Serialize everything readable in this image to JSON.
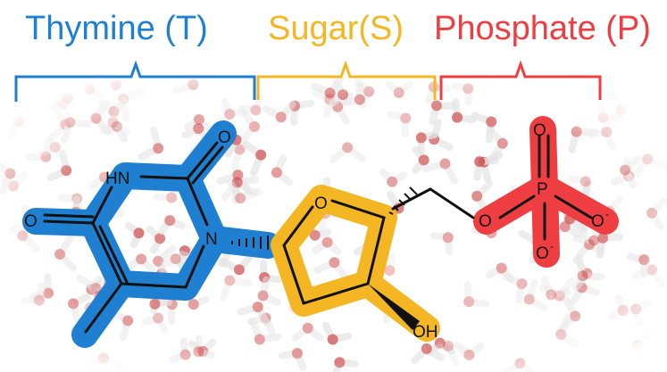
{
  "groups": [
    {
      "label": "Thymine (T)",
      "color": "#1f7fd1"
    },
    {
      "label": "Sugar(S)",
      "color": "#f5b623"
    },
    {
      "label": "Phosphate (P)",
      "color": "#ef3e42"
    }
  ],
  "atoms": {
    "thymine_o_top": "O",
    "thymine_nh": "HN",
    "thymine_o_left": "O",
    "thymine_n": "N",
    "sugar_o": "O",
    "sugar_oh": "OH",
    "phosphate_o_top": "O",
    "phosphate_p": "P",
    "phosphate_o_ester": "O",
    "phosphate_o_right": "O",
    "phosphate_o_bottom": "O",
    "charge_right": "-",
    "charge_bottom": "-"
  },
  "background": {
    "description_icon": "water-molecules-pattern",
    "water_color": "#d05757"
  }
}
